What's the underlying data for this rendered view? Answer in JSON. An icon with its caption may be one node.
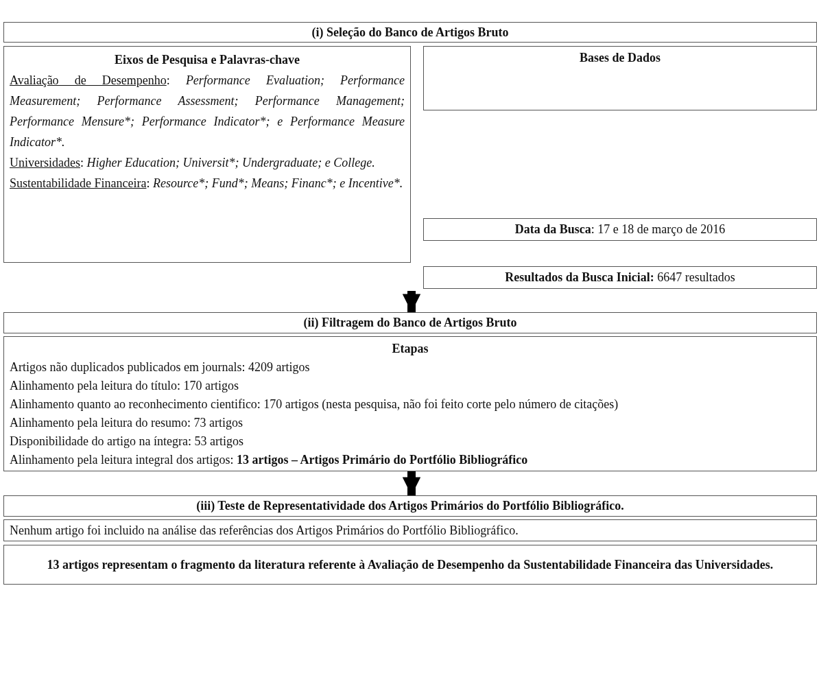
{
  "diagram": {
    "nodes": [
      {
        "text": [
          "(i) Seleção do Banco de Artigos Bruto"
        ]
      },
      {
        "text": [
          "Eixos de Pesquisa e Palavras-chave",
          "Avaliação de Desempenho: Performance Evaluation; Performance Measurement; Performance Assessment; Performance Management; Performance Mensure*; Performance Indicator*; e Performance Measure Indicator*.",
          "Universidades: Higher Education; Universit*; Undergraduate; e College.",
          "Sustentabilidade Financeira: Resource*; Fund*; Means; Financ*; e Incentive*."
        ]
      },
      {
        "text": [
          "Bases de Dados"
        ]
      },
      {
        "text": [
          "**Data da Busca**: 17 e 18 de março de 2016"
        ]
      },
      {
        "text": [
          "**Resultados da Busca Inicial:** 6647 resultados"
        ]
      },
      {
        "text": [
          "(ii) Filtragem do Banco de Artigos Bruto"
        ]
      },
      {
        "text": [
          "Etapas",
          "Artigos não duplicados publicados em journals: 4209 artigos",
          "Alinhamento pela leitura do título: 170 artigos",
          "Alinhamento quanto ao reconhecimento cientifico: 170 artigos (nesta pesquisa, não foi feito corte pelo número de citações)",
          "Alinhamento pela leitura do resumo: 73 artigos",
          "Disponibilidade do artigo na íntegra: 53 artigos",
          "Alinhamento pela leitura integral dos artigos: **13 artigos – Artigos Primário do Portfólio Bibliográfico**"
        ]
      },
      {
        "text": [
          "(iii) Teste de Representatividade dos Artigos Primários do Portfólio Bibliográfico."
        ]
      },
      {
        "text": [
          "Nenhum artigo foi incluido na análise das referências dos Artigos Primários do Portfólio Bibliográfico."
        ]
      },
      {
        "text": [
          "13 artigos representam o fragmento da literatura referente à Avaliação de Desempenho da Sustentabilidade Financeira das Universidades."
        ]
      }
    ],
    "edges": [
      {
        "from": null,
        "to": 5,
        "arrow": "to"
      },
      {
        "from": 6,
        "to": 7,
        "arrow": "to"
      }
    ]
  }
}
